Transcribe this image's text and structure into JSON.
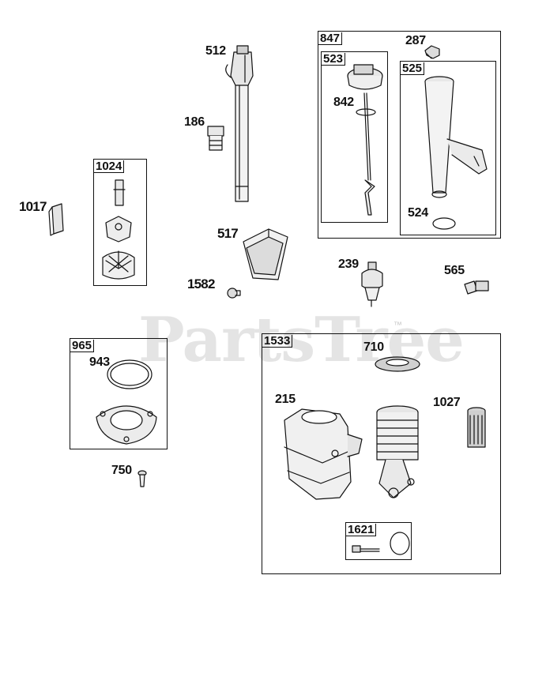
{
  "watermark": {
    "text": "PartsTree",
    "tm": "™"
  },
  "callouts": {
    "p512": "512",
    "p186": "186",
    "p1017": "1017",
    "p517": "517",
    "p1582": "1582",
    "p287": "287",
    "p842": "842",
    "p524": "524",
    "p239": "239",
    "p565": "565",
    "p943": "943",
    "p750": "750",
    "p710": "710",
    "p215": "215",
    "p1027": "1027"
  },
  "groups": {
    "g1024": "1024",
    "g847": "847",
    "g523": "523",
    "g525": "525",
    "g965": "965",
    "g1533": "1533",
    "g1621": "1621"
  }
}
